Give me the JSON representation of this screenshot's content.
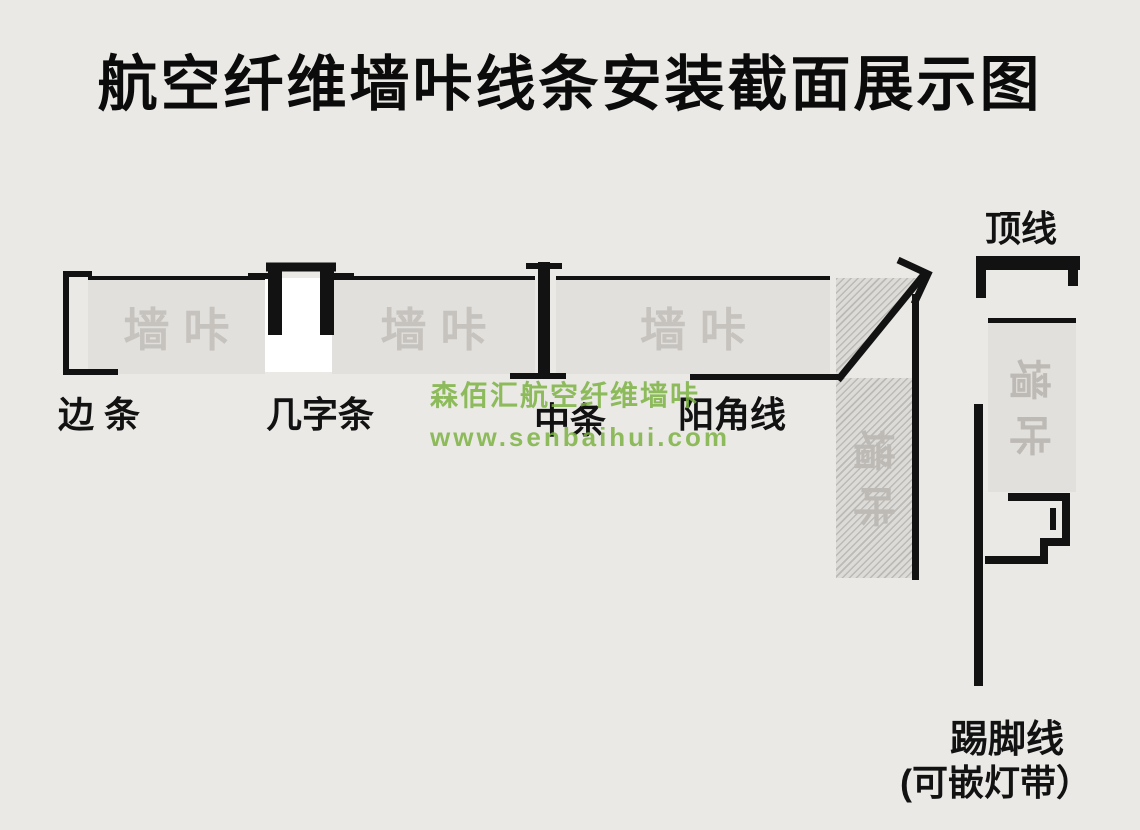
{
  "title": "航空纤维墙咔线条安装截面展示图",
  "panel_label": "墙咔",
  "labels": {
    "edge_strip": "边 条",
    "ji_strip": "几字条",
    "middle_strip": "中条",
    "outer_corner": "阳角线",
    "ceiling_line": "顶线",
    "skirting_line": "踢脚线",
    "skirting_note": "(可嵌灯带）"
  },
  "watermark": {
    "brand": "森佰汇航空纤维墙咔",
    "url": "www.senbaihui.com"
  },
  "colors": {
    "background": "#eae9e6",
    "panel": "#e2e0dc",
    "panel_text": "#c6c3bf",
    "line": "#121212",
    "watermark_green": "#7cb342"
  }
}
